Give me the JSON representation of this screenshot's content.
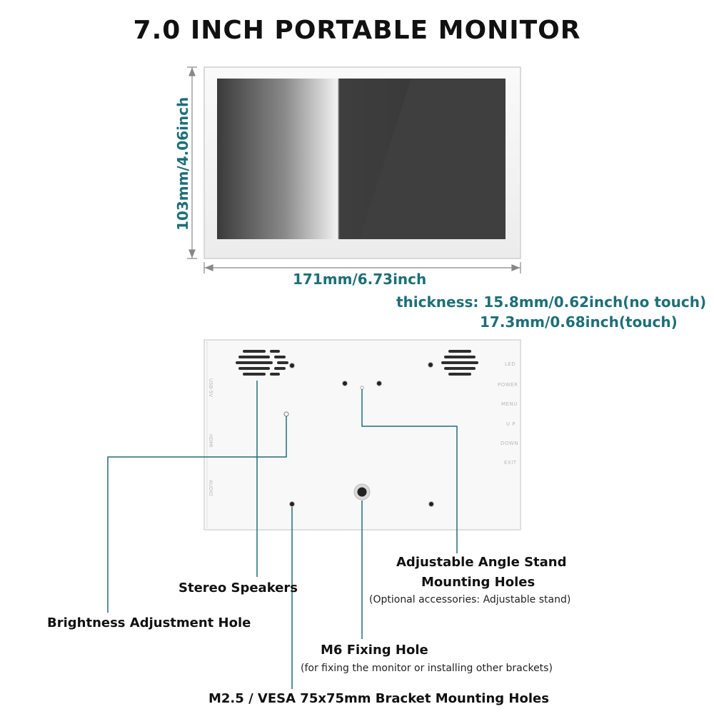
{
  "title": "7.0 INCH PORTABLE MONITOR",
  "dimensions": {
    "height": "103mm/4.06inch",
    "width": "171mm/6.73inch",
    "thickness_line1": "thickness: 15.8mm/0.62inch(no touch)",
    "thickness_line2": "17.3mm/0.68inch(touch)"
  },
  "back_panel": {
    "side_ports": [
      "USB-5V",
      "HDMI",
      "AUDIO"
    ],
    "buttons": [
      "LED",
      "POWER",
      "MENU",
      "U P",
      "DOWN",
      "EXIT"
    ]
  },
  "callouts": {
    "angle_stand_line1": "Adjustable Angle Stand",
    "angle_stand_line2": "Mounting Holes",
    "angle_stand_note": "(Optional accessories: Adjustable stand)",
    "stereo_speakers": "Stereo Speakers",
    "brightness_hole": "Brightness Adjustment Hole",
    "m6_hole": "M6 Fixing Hole",
    "m6_note": "(for fixing the monitor or installing other brackets)",
    "vesa_holes": "M2.5 / VESA 75x75mm Bracket Mounting Holes"
  },
  "colors": {
    "accent": "#1d6f78",
    "leader_line": "#1d6f78"
  }
}
